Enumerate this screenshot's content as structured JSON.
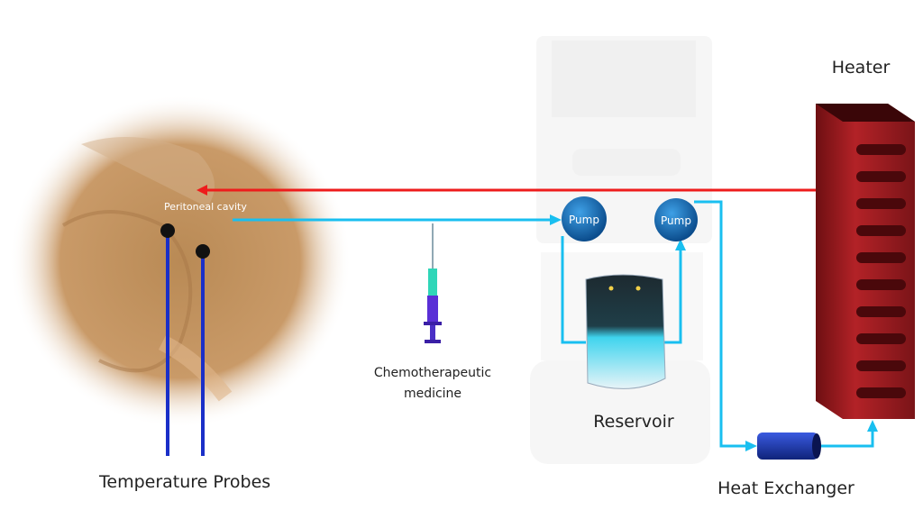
{
  "labels": {
    "peritoneal_cavity": "Peritoneal cavity",
    "temperature_probes": "Temperature Probes",
    "chemo_line1": "Chemotherapeutic",
    "chemo_line2": "medicine",
    "reservoir": "Reservoir",
    "heater": "Heater",
    "heat_exchanger": "Heat Exchanger",
    "pump1": "Pump",
    "pump2": "Pump"
  },
  "colors": {
    "inflow": "#ee1c1c",
    "outflow": "#19bff0",
    "probe": "#1a2fc8",
    "pump": "#1769b8",
    "heater": "#9b1c1c",
    "heat_exchanger": "#1f3cc0"
  }
}
